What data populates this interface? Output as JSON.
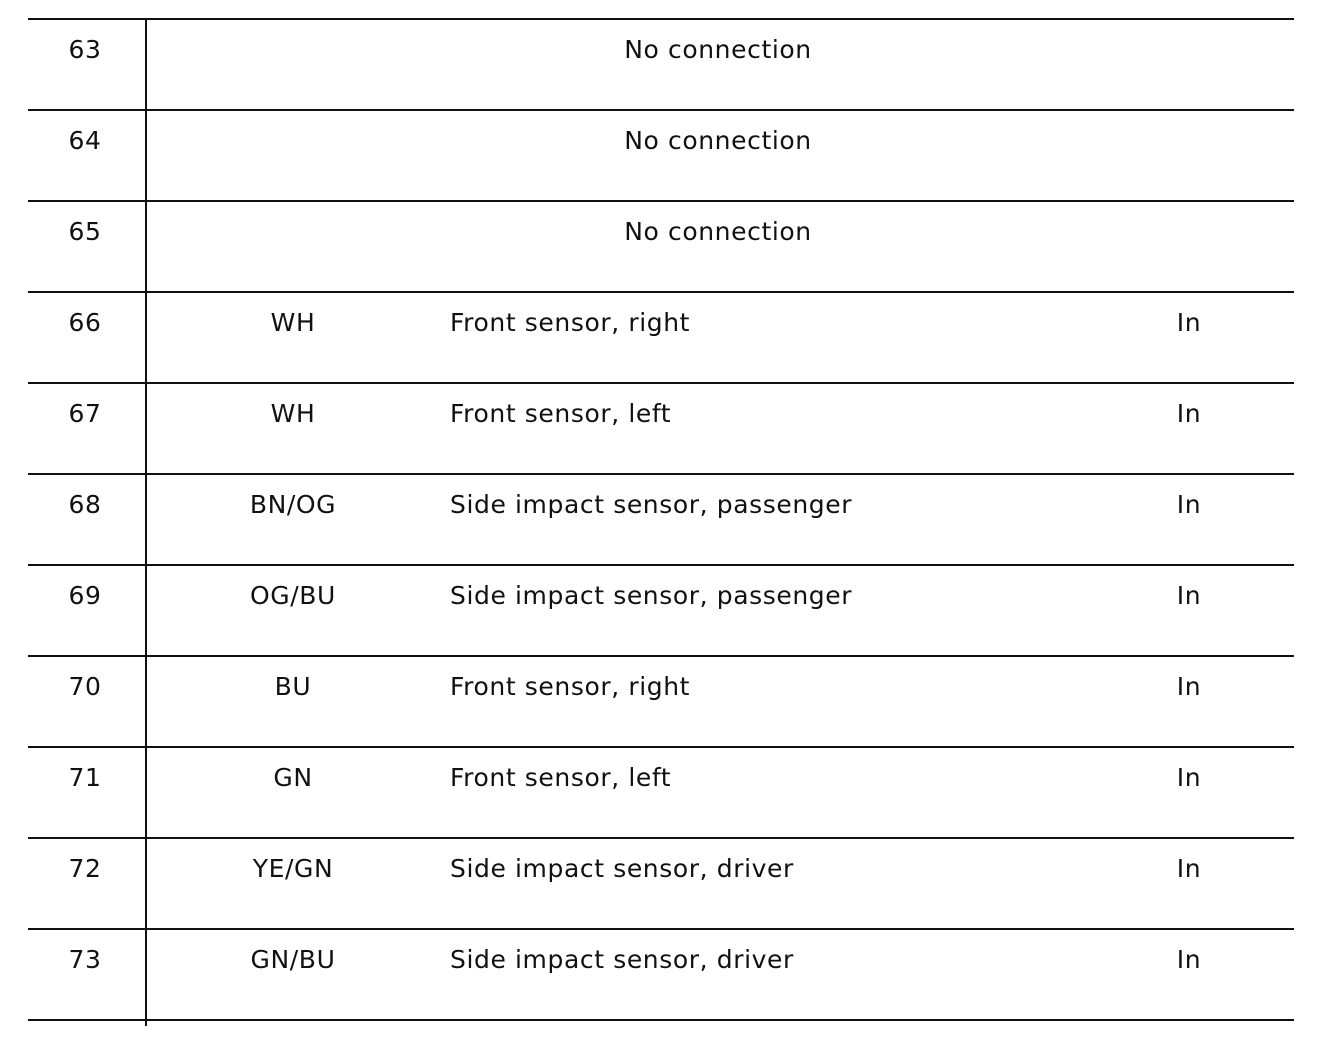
{
  "rows": [
    {
      "pin": "63",
      "merged": "No connection"
    },
    {
      "pin": "64",
      "merged": "No connection"
    },
    {
      "pin": "65",
      "merged": "No connection"
    },
    {
      "pin": "66",
      "wire": "WH",
      "description": "Front sensor, right",
      "direction": "In"
    },
    {
      "pin": "67",
      "wire": "WH",
      "description": "Front sensor, left",
      "direction": "In"
    },
    {
      "pin": "68",
      "wire": "BN/OG",
      "description": "Side impact sensor, passenger",
      "direction": "In"
    },
    {
      "pin": "69",
      "wire": "OG/BU",
      "description": "Side impact sensor, passenger",
      "direction": "In"
    },
    {
      "pin": "70",
      "wire": "BU",
      "description": "Front sensor, right",
      "direction": "In"
    },
    {
      "pin": "71",
      "wire": "GN",
      "description": "Front sensor, left",
      "direction": "In"
    },
    {
      "pin": "72",
      "wire": "YE/GN",
      "description": "Side impact sensor, driver",
      "direction": "In"
    },
    {
      "pin": "73",
      "wire": "GN/BU",
      "description": "Side impact sensor, driver",
      "direction": "In"
    }
  ]
}
